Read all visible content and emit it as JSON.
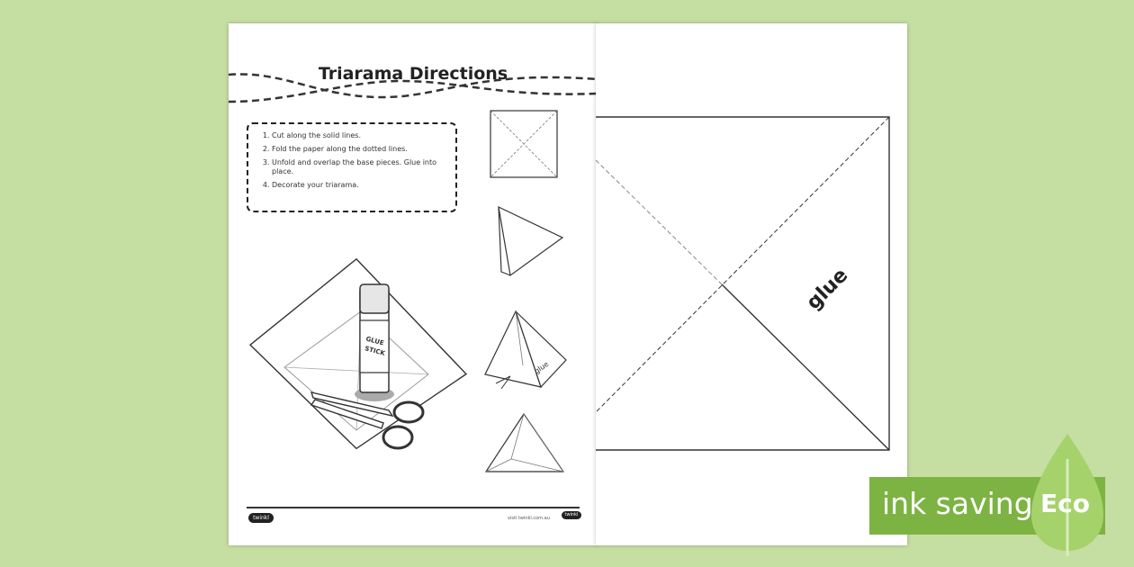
{
  "worksheet": {
    "title": "Triarama Directions",
    "steps": [
      "Cut along the solid lines.",
      "Fold the paper along the dotted lines.",
      "Unfold and overlap the base pieces. Glue into place.",
      "Decorate your triarama."
    ],
    "glue_stick_label_1": "GLUE",
    "glue_stick_label_2": "STICK",
    "small_glue_label": "glue",
    "footer_logo": "twinkl",
    "footer_url": "visit twinkl.com.au"
  },
  "template_page": {
    "glue_label": "glue"
  },
  "badge": {
    "text": "ink saving",
    "eco": "Eco",
    "colors": {
      "banner": "#7cb342",
      "leaf": "#a5d26a",
      "background": "#c5dea2"
    }
  }
}
